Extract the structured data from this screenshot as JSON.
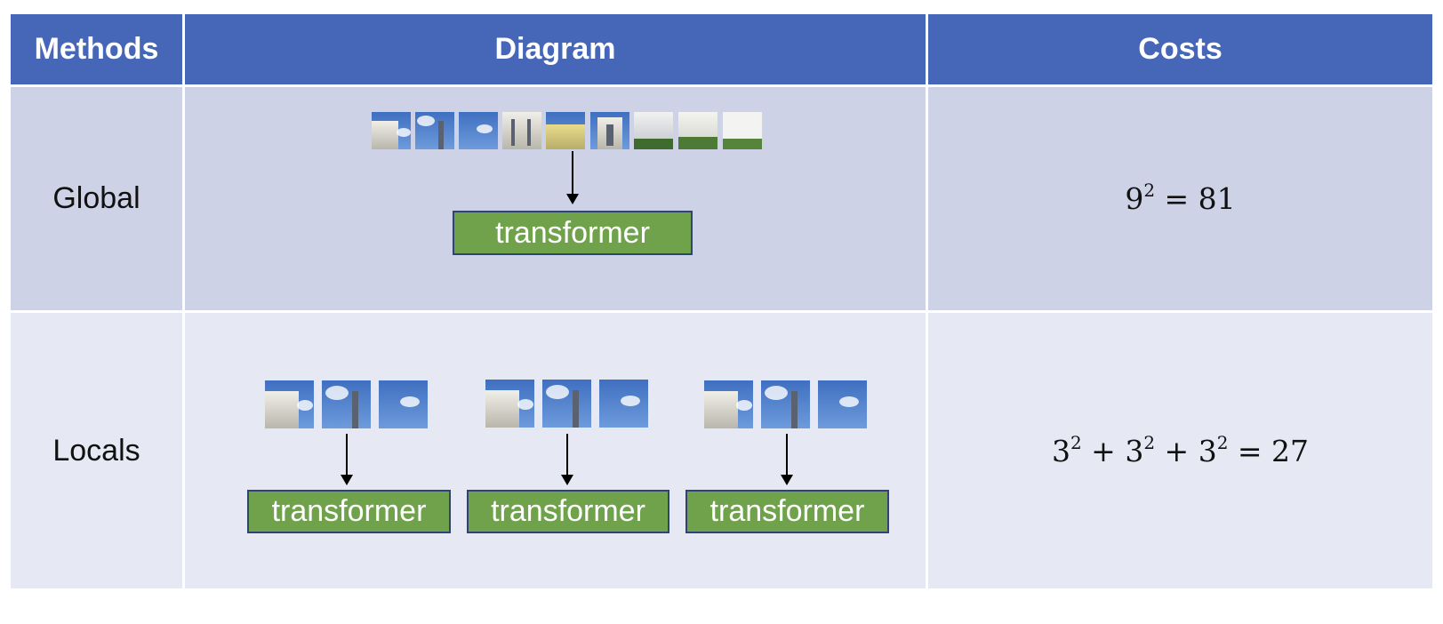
{
  "header": {
    "methods": "Methods",
    "diagram": "Diagram",
    "costs": "Costs"
  },
  "rows": [
    {
      "method": "Global",
      "block_label": "transformer",
      "cost": {
        "base": "9",
        "exp": "2",
        "result": "= 81"
      }
    },
    {
      "method": "Locals",
      "block_label": "transformer",
      "cost": {
        "base": "3",
        "exp": "2",
        "result": "= 27"
      }
    }
  ],
  "colors": {
    "header": "#4667b8",
    "row_global": "#cdd2e7",
    "row_locals": "#e6e8f3",
    "transformer": "#6fa24b",
    "transformer_border": "#2f4470"
  }
}
